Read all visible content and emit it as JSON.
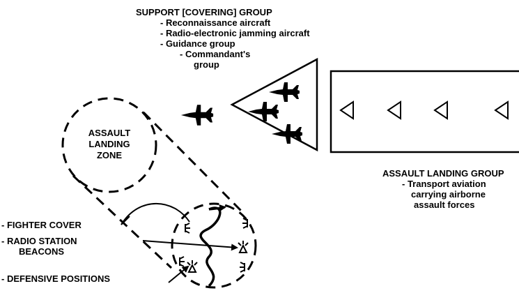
{
  "support_group": {
    "title": "SUPPORT [COVERING] GROUP",
    "items": [
      "- Reconnaissance aircraft",
      "- Radio-electronic jamming aircraft",
      "- Guidance group"
    ],
    "subitem_line1": "- Commandant's",
    "subitem_line2": "group"
  },
  "assault_zone": {
    "line1": "ASSAULT",
    "line2": "LANDING",
    "line3": "ZONE"
  },
  "landing_group": {
    "title": "ASSAULT LANDING GROUP",
    "line1": "- Transport aviation",
    "line2": "carrying airborne",
    "line3": "assault forces"
  },
  "legend": {
    "fighter_cover": "- FIGHTER COVER",
    "radio_line1": "- RADIO STATION",
    "radio_line2": "BEACONS",
    "defensive": "- DEFENSIVE POSITIONS"
  },
  "icons": [
    "fighter-jet-icon",
    "transport-aircraft-icon",
    "radio-beacon-icon",
    "defensive-position-icon"
  ]
}
